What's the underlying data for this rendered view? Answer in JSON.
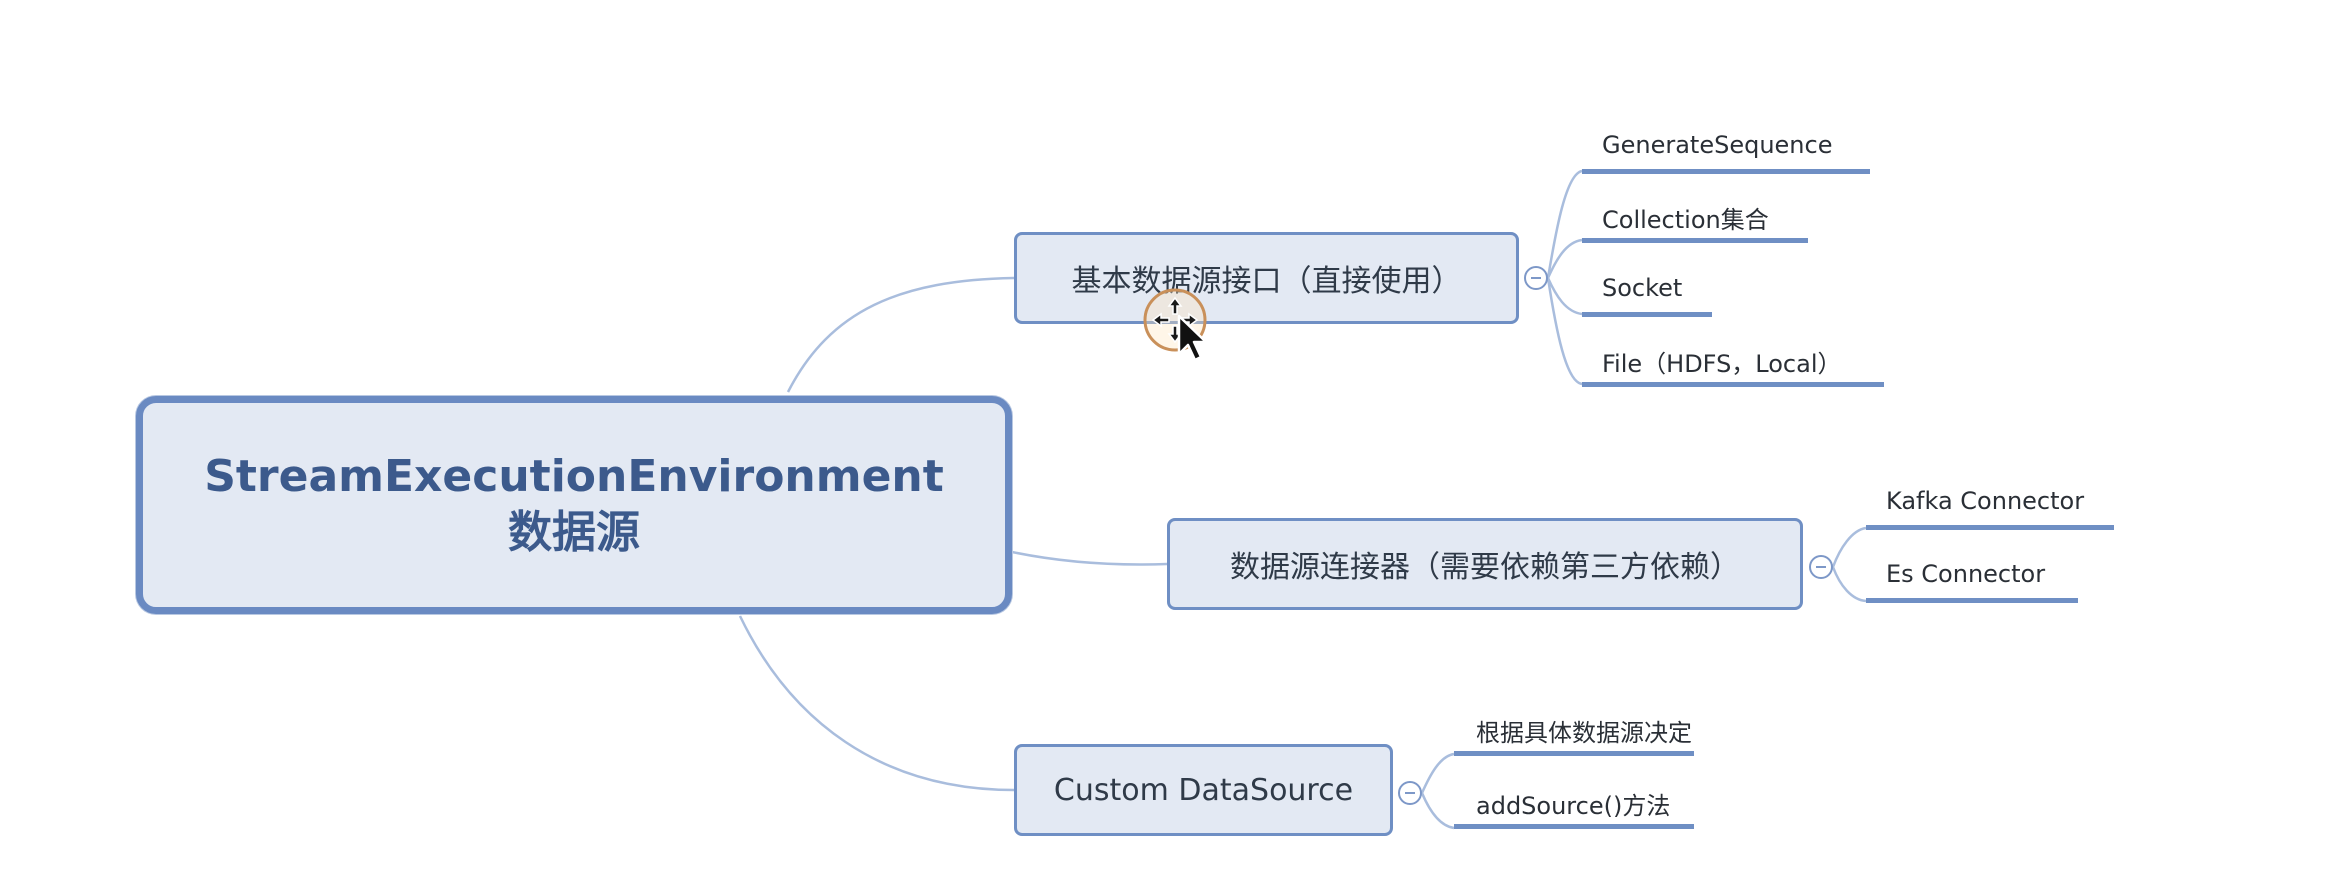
{
  "root": {
    "line1": "StreamExecutionEnvironment",
    "line2": "数据源"
  },
  "branches": [
    {
      "label": "基本数据源接口（直接使用）",
      "children": [
        "GenerateSequence",
        "Collection集合",
        "Socket",
        "File（HDFS，Local）"
      ]
    },
    {
      "label": "数据源连接器（需要依赖第三方依赖）",
      "children": [
        "Kafka Connector",
        "Es Connector"
      ]
    },
    {
      "label": "Custom DataSource",
      "children": [
        "根据具体数据源决定",
        "addSource()方法"
      ]
    }
  ],
  "colors": {
    "node_fill": "#e3e9f3",
    "node_border": "#6f8fc4",
    "root_text": "#3c5a8c",
    "connector": "#a9bddd"
  }
}
